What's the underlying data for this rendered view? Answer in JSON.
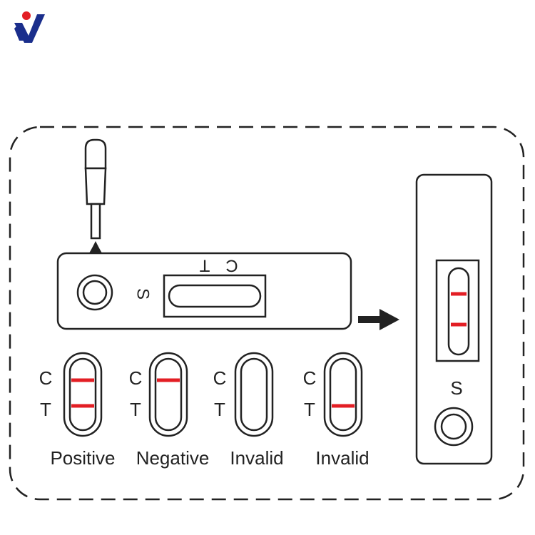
{
  "colors": {
    "line": "#222222",
    "result_band": "#e31e24",
    "logo_blue": "#1a2e8c",
    "logo_red": "#e31e24",
    "background": "#ffffff"
  },
  "logo": {
    "icon": "brand-logo-icon"
  },
  "instruction_icons": {
    "dropper": "pipette-dropper-icon",
    "drop": "sample-drop-icon",
    "arrow": "arrow-right-icon"
  },
  "cassette": {
    "sample_well_label": "S",
    "control_label": "C",
    "test_label": "T"
  },
  "reading_cassette": {
    "sample_well_label": "S",
    "bands_shown": 2
  },
  "results": [
    {
      "label": "Positive",
      "c_label": "C",
      "t_label": "T",
      "c_band": true,
      "t_band": true
    },
    {
      "label": "Negative",
      "c_label": "C",
      "t_label": "T",
      "c_band": true,
      "t_band": false
    },
    {
      "label": "Invalid",
      "c_label": "C",
      "t_label": "T",
      "c_band": false,
      "t_band": false
    },
    {
      "label": "Invalid",
      "c_label": "C",
      "t_label": "T",
      "c_band": false,
      "t_band": true
    }
  ]
}
